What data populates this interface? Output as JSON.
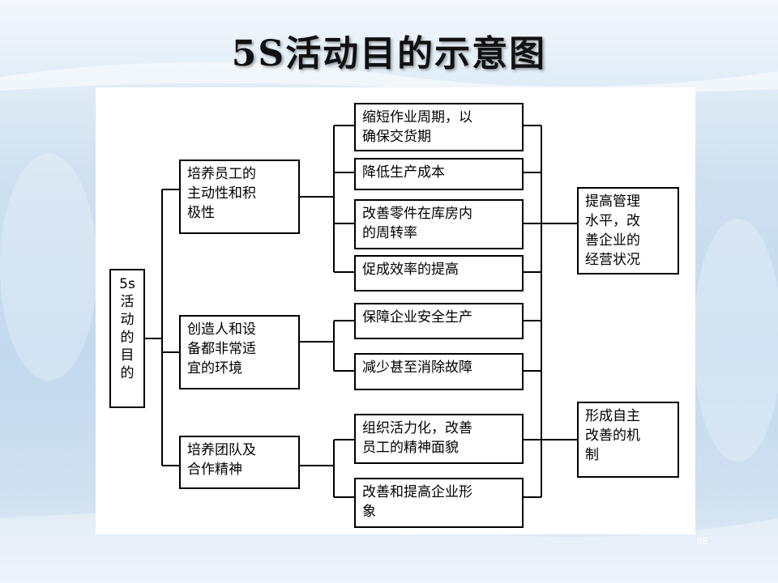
{
  "title": "5S活动目的示意图",
  "diagram": {
    "root": "5s\n活\n动\n的\n目\n的",
    "categories": [
      "培养员工的\n主动性和积\n极性",
      "创造人和设\n备都非常适\n宜的环境",
      "培养团队及\n合作精神"
    ],
    "items": [
      "缩短作业周期，以\n确保交货期",
      "降低生产成本",
      "改善零件在库房内\n的周转率",
      "促成效率的提高",
      "保障企业安全生产",
      "减少甚至消除故障",
      "组织活力化，改善\n员工的精神面貌",
      "改善和提高企业形\n象"
    ],
    "outcomes": [
      "提高管理\n水平，改\n善企业的\n经营状况",
      "形成自主\n改善的机\n制"
    ]
  },
  "page_number": "88"
}
